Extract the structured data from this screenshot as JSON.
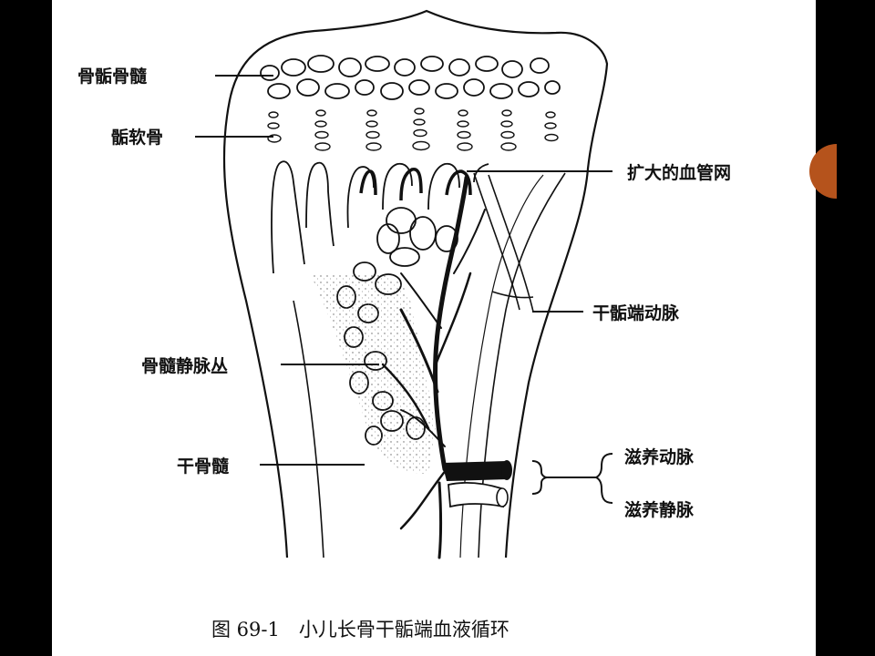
{
  "labels": {
    "epiphyseal_marrow": "骨骺骨髓",
    "epiphyseal_cartilage": "骺软骨",
    "dilated_vascular_net": "扩大的血管网",
    "metaphyseal_artery": "干骺端动脉",
    "marrow_venous_plexus": "骨髓静脉丛",
    "diaphyseal_marrow": "干骨髓",
    "nutrient_artery": "滋养动脉",
    "nutrient_vein": "滋养静脉"
  },
  "caption": "图 69-1　小儿长骨干骺端血液循环",
  "colors": {
    "background": "#000000",
    "page": "#ffffff",
    "ink": "#111111",
    "accent": "#b5531c"
  }
}
